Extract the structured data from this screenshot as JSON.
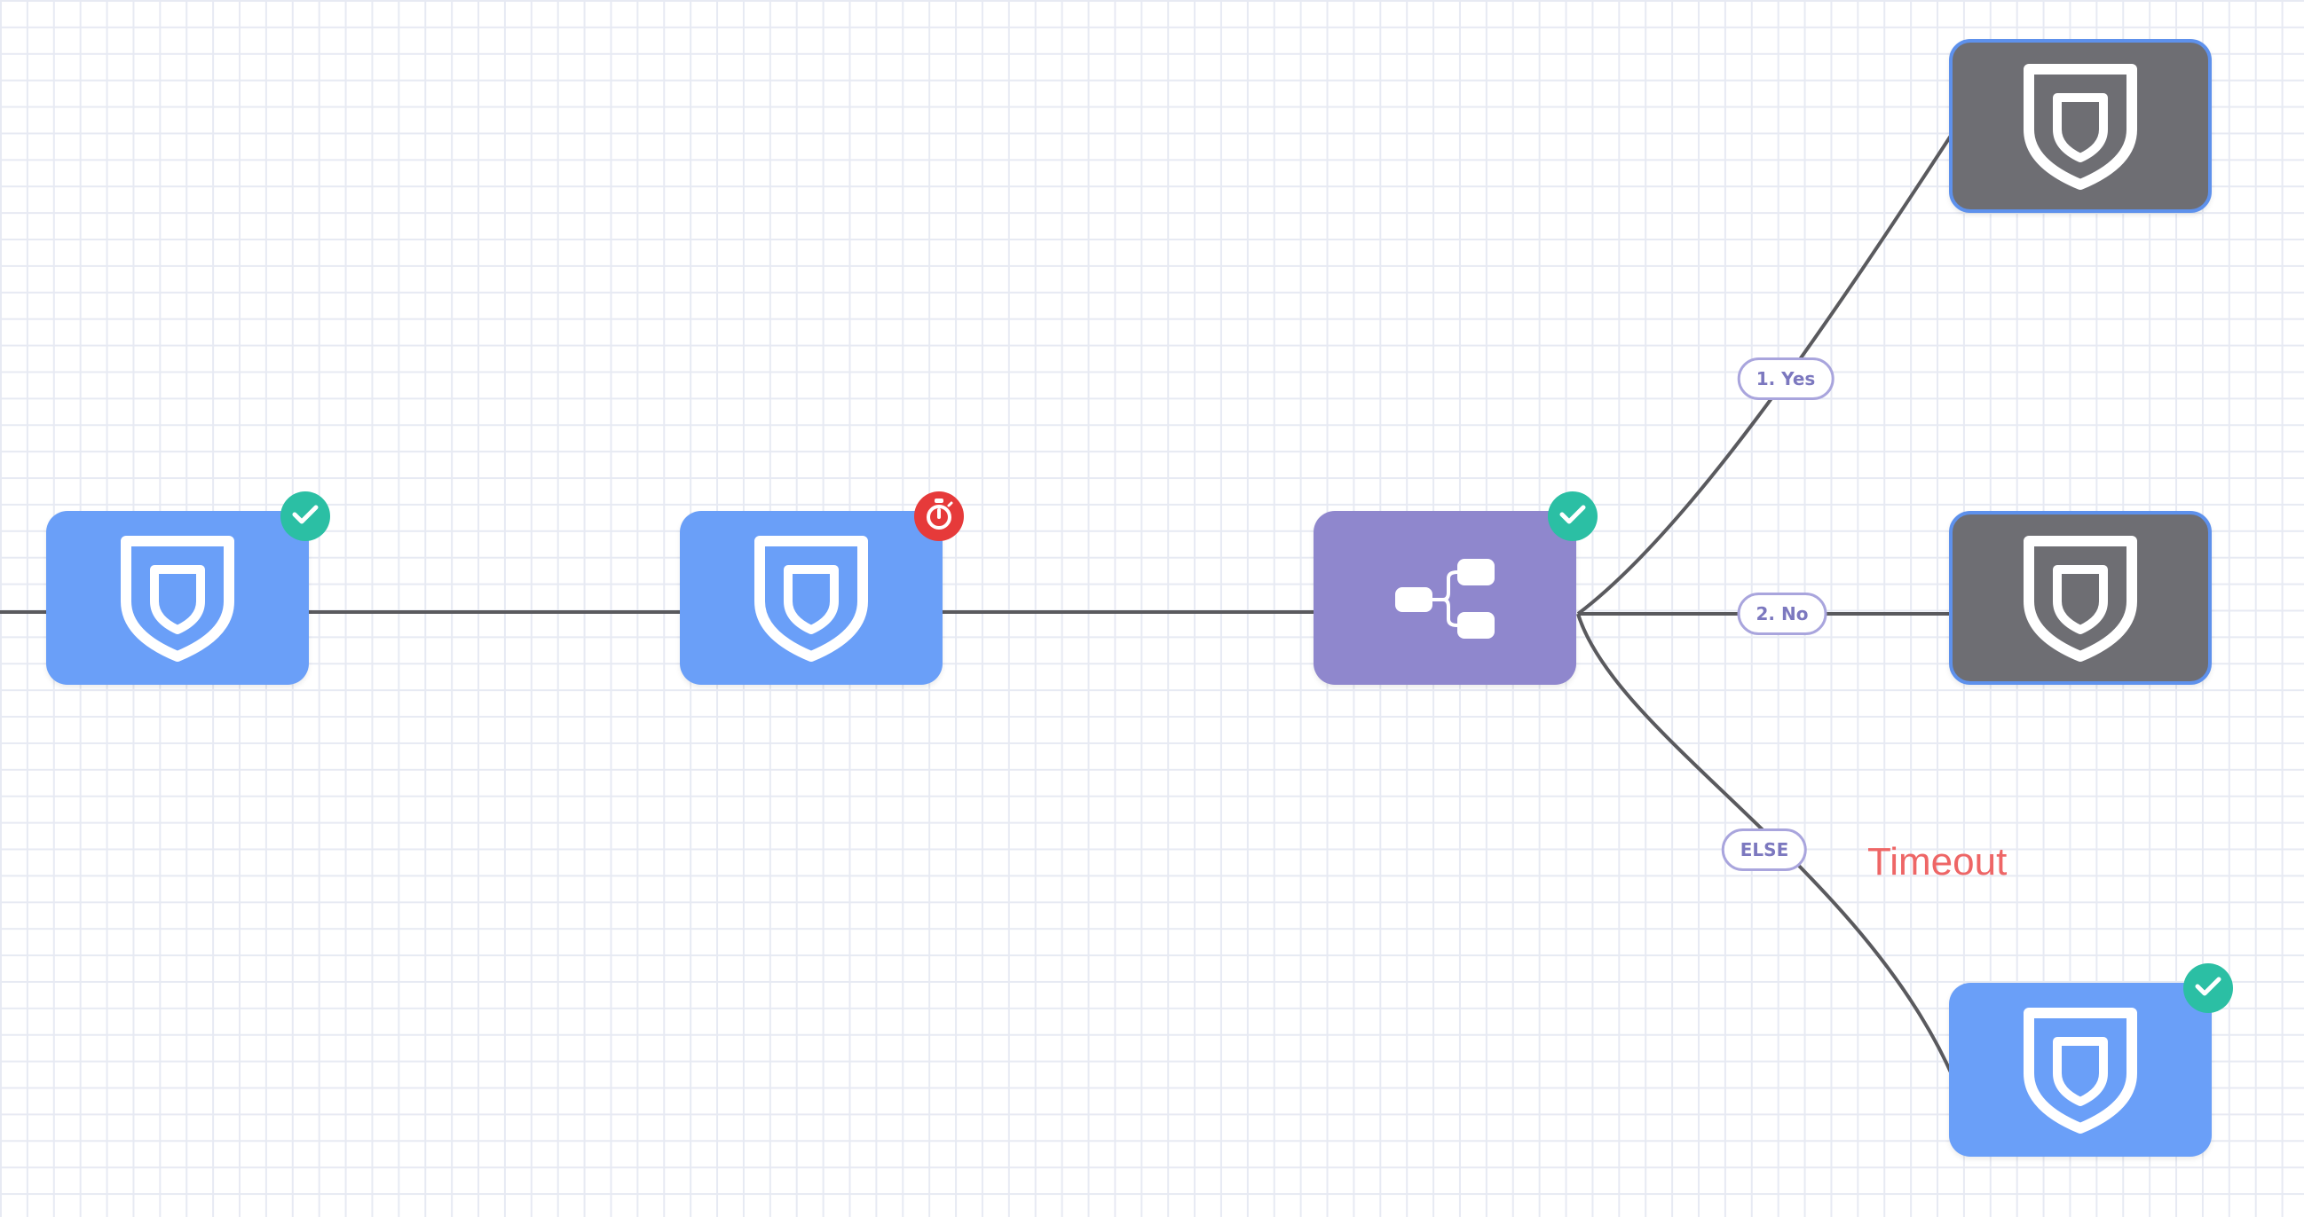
{
  "colors": {
    "action_node": "#6a9ff8",
    "router_node": "#8f87cd",
    "skipped_node": "#6e6e73",
    "skipped_border": "#5e91ec",
    "edge": "#5a5a5e",
    "badge_success": "#2bbfa4",
    "badge_timeout": "#e63a3a",
    "label_border": "#a9a5dd",
    "label_text": "#7c78bf",
    "annotation_text": "#ee6666"
  },
  "nodes": [
    {
      "id": "n1",
      "kind": "action",
      "icon": "shield-icon",
      "status": "success",
      "status_icon": "check-icon"
    },
    {
      "id": "n2",
      "kind": "action",
      "icon": "shield-icon",
      "status": "timeout",
      "status_icon": "stopwatch-icon"
    },
    {
      "id": "n3",
      "kind": "router",
      "icon": "branch-icon",
      "status": "success",
      "status_icon": "check-icon"
    },
    {
      "id": "n4",
      "kind": "action",
      "icon": "shield-icon",
      "status": "skipped"
    },
    {
      "id": "n5",
      "kind": "action",
      "icon": "shield-icon",
      "status": "skipped"
    },
    {
      "id": "n6",
      "kind": "action",
      "icon": "shield-icon",
      "status": "success",
      "status_icon": "check-icon"
    }
  ],
  "edges": [
    {
      "from": "n1",
      "to": "n2"
    },
    {
      "from": "n2",
      "to": "n3"
    },
    {
      "from": "n3",
      "to": "n4",
      "label": "1. Yes"
    },
    {
      "from": "n3",
      "to": "n5",
      "label": "2. No"
    },
    {
      "from": "n3",
      "to": "n6",
      "label": "ELSE"
    }
  ],
  "annotations": {
    "timeout": "Timeout"
  }
}
